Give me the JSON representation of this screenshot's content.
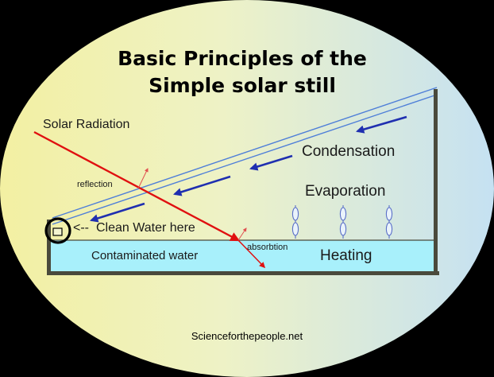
{
  "title_line1": "Basic Principles of the",
  "title_line2": "Simple solar still",
  "labels": {
    "solar_radiation": "Solar Radiation",
    "condensation": "Condensation",
    "evaporation": "Evaporation",
    "reflection": "reflection",
    "clean_water": "Clean Water here",
    "clean_water_pointer": "<--",
    "contaminated_water": "Contaminated water",
    "absorbtion": "absorbtion",
    "heating": "Heating"
  },
  "credit": "Scienceforthepeople.net",
  "colors": {
    "background": "#000000",
    "ellipse_left": "#f3f0a2",
    "ellipse_right": "#c9e3f1",
    "water": "#a8f0fb",
    "frame": "#4a4a3c",
    "glass": "#4f7fd8",
    "radiation": "#e01010",
    "flow_arrows": "#1f2fb0"
  }
}
